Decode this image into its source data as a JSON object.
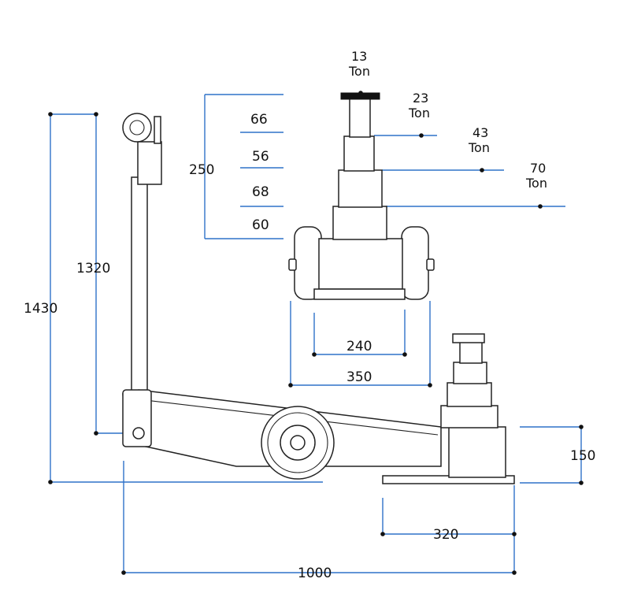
{
  "dimensions": {
    "total_height": "1430",
    "handle_height": "1320",
    "stroke_total": "250",
    "stage_1": "66",
    "stage_2": "56",
    "stage_3": "68",
    "stage_4": "60",
    "inner_width": "240",
    "outer_width": "350",
    "base_height": "150",
    "base_length": "320",
    "overall_length": "1000"
  },
  "capacities": [
    {
      "value": "13",
      "unit": "Ton"
    },
    {
      "value": "23",
      "unit": "Ton"
    },
    {
      "value": "43",
      "unit": "Ton"
    },
    {
      "value": "70",
      "unit": "Ton"
    }
  ],
  "colors": {
    "dimension_line": "#2f72c9",
    "outline": "#222222",
    "text": "#111111"
  }
}
